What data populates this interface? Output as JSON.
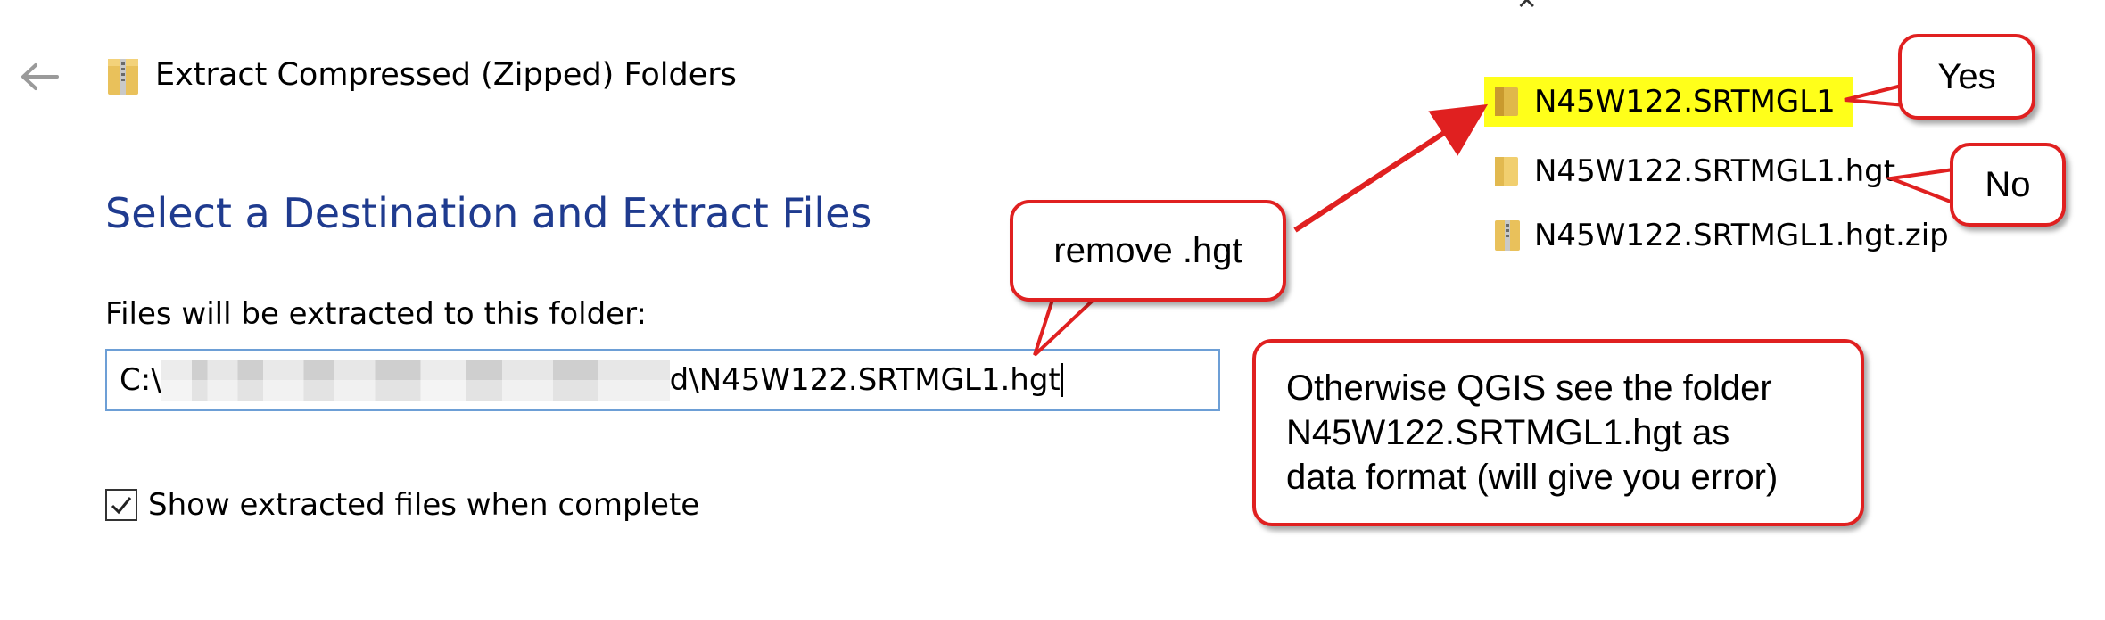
{
  "wizard": {
    "title": "Extract Compressed (Zipped) Folders",
    "heading": "Select a Destination and Extract Files",
    "folder_label": "Files will be extracted to this folder:",
    "path_prefix": "C:\\",
    "path_suffix": "d\\N45W122.SRTMGL1.hgt",
    "show_files_label": "Show extracted files when complete",
    "show_files_checked": true
  },
  "files": [
    {
      "name": "N45W122.SRTMGL1",
      "type": "folder",
      "highlighted": true
    },
    {
      "name": "N45W122.SRTMGL1.hgt",
      "type": "folder",
      "highlighted": false
    },
    {
      "name": "N45W122.SRTMGL1.hgt.zip",
      "type": "zip",
      "highlighted": false
    }
  ],
  "annotations": {
    "yes": "Yes",
    "no": "No",
    "remove": "remove .hgt",
    "note_lines": [
      "Otherwise QGIS see the folder",
      "N45W122.SRTMGL1.hgt as",
      "data format (will give you error)"
    ]
  },
  "colors": {
    "heading": "#1f3b8f",
    "callout_border": "#e02020",
    "highlight": "#ffff1a",
    "input_border": "#6d9fd6"
  }
}
